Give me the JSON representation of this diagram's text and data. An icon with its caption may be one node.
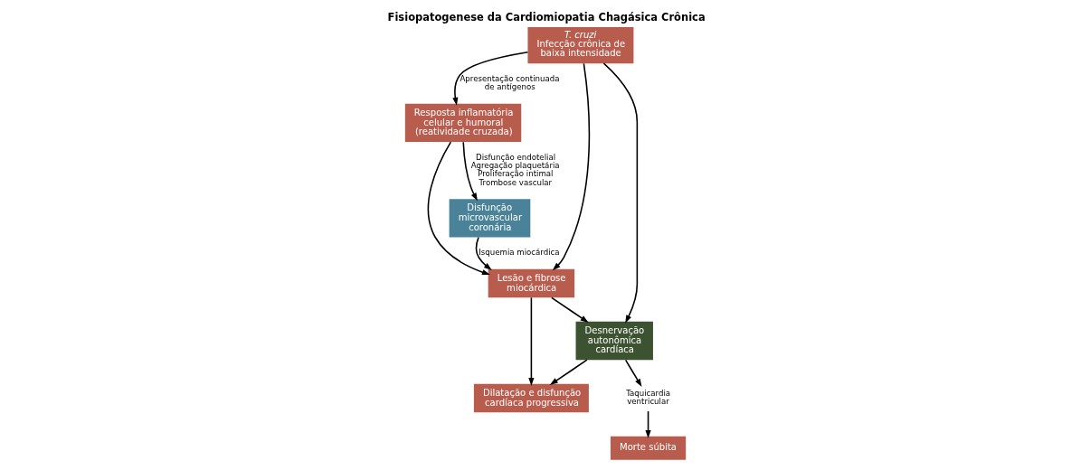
{
  "diagram": {
    "title": "Fisiopatogenese da Cardiomiopatia Chagásica Crônica",
    "nodes": [
      {
        "text": [
          "T. cruzi",
          "Infecção crônica de baixa intensidade"
        ]
      },
      {
        "text": [
          "Resposta inflamatória celular e humoral (reatividade cruzada)"
        ]
      },
      {
        "text": [
          "Lesão e fibrose miocárdica"
        ]
      },
      {
        "text": [
          "Desnervação autonômica cardíaca"
        ]
      },
      {
        "text": [
          "Disfunção microvascular coronária"
        ]
      },
      {
        "text": [
          "Taquicardia ventricular"
        ]
      },
      {
        "text": [
          "Dilatação e disfunção cardíaca progressiva"
        ]
      },
      {
        "text": [
          "Morte súbita"
        ]
      }
    ],
    "edges": [
      {
        "from": 0,
        "to": 1,
        "arrow": "to",
        "label": "Apresentação continuada de antígenos"
      },
      {
        "from": 0,
        "to": 2,
        "arrow": "to"
      },
      {
        "from": 0,
        "to": 3,
        "arrow": "to"
      },
      {
        "from": 1,
        "to": 2,
        "arrow": "to"
      },
      {
        "from": 2,
        "to": 3,
        "arrow": "to"
      },
      {
        "from": 1,
        "to": 4,
        "arrow": "to",
        "label": "Disfunção endotelial Agregação plaquetária Proliferação intimal Trombose vascular"
      },
      {
        "from": 4,
        "to": 2,
        "arrow": "to",
        "label": "Isquemia miocárdica"
      },
      {
        "from": 2,
        "to": 6,
        "arrow": "to"
      },
      {
        "from": 3,
        "to": 6,
        "arrow": "to"
      },
      {
        "from": 3,
        "to": 5,
        "arrow": "to"
      },
      {
        "from": 5,
        "to": 7,
        "arrow": "to"
      }
    ]
  }
}
